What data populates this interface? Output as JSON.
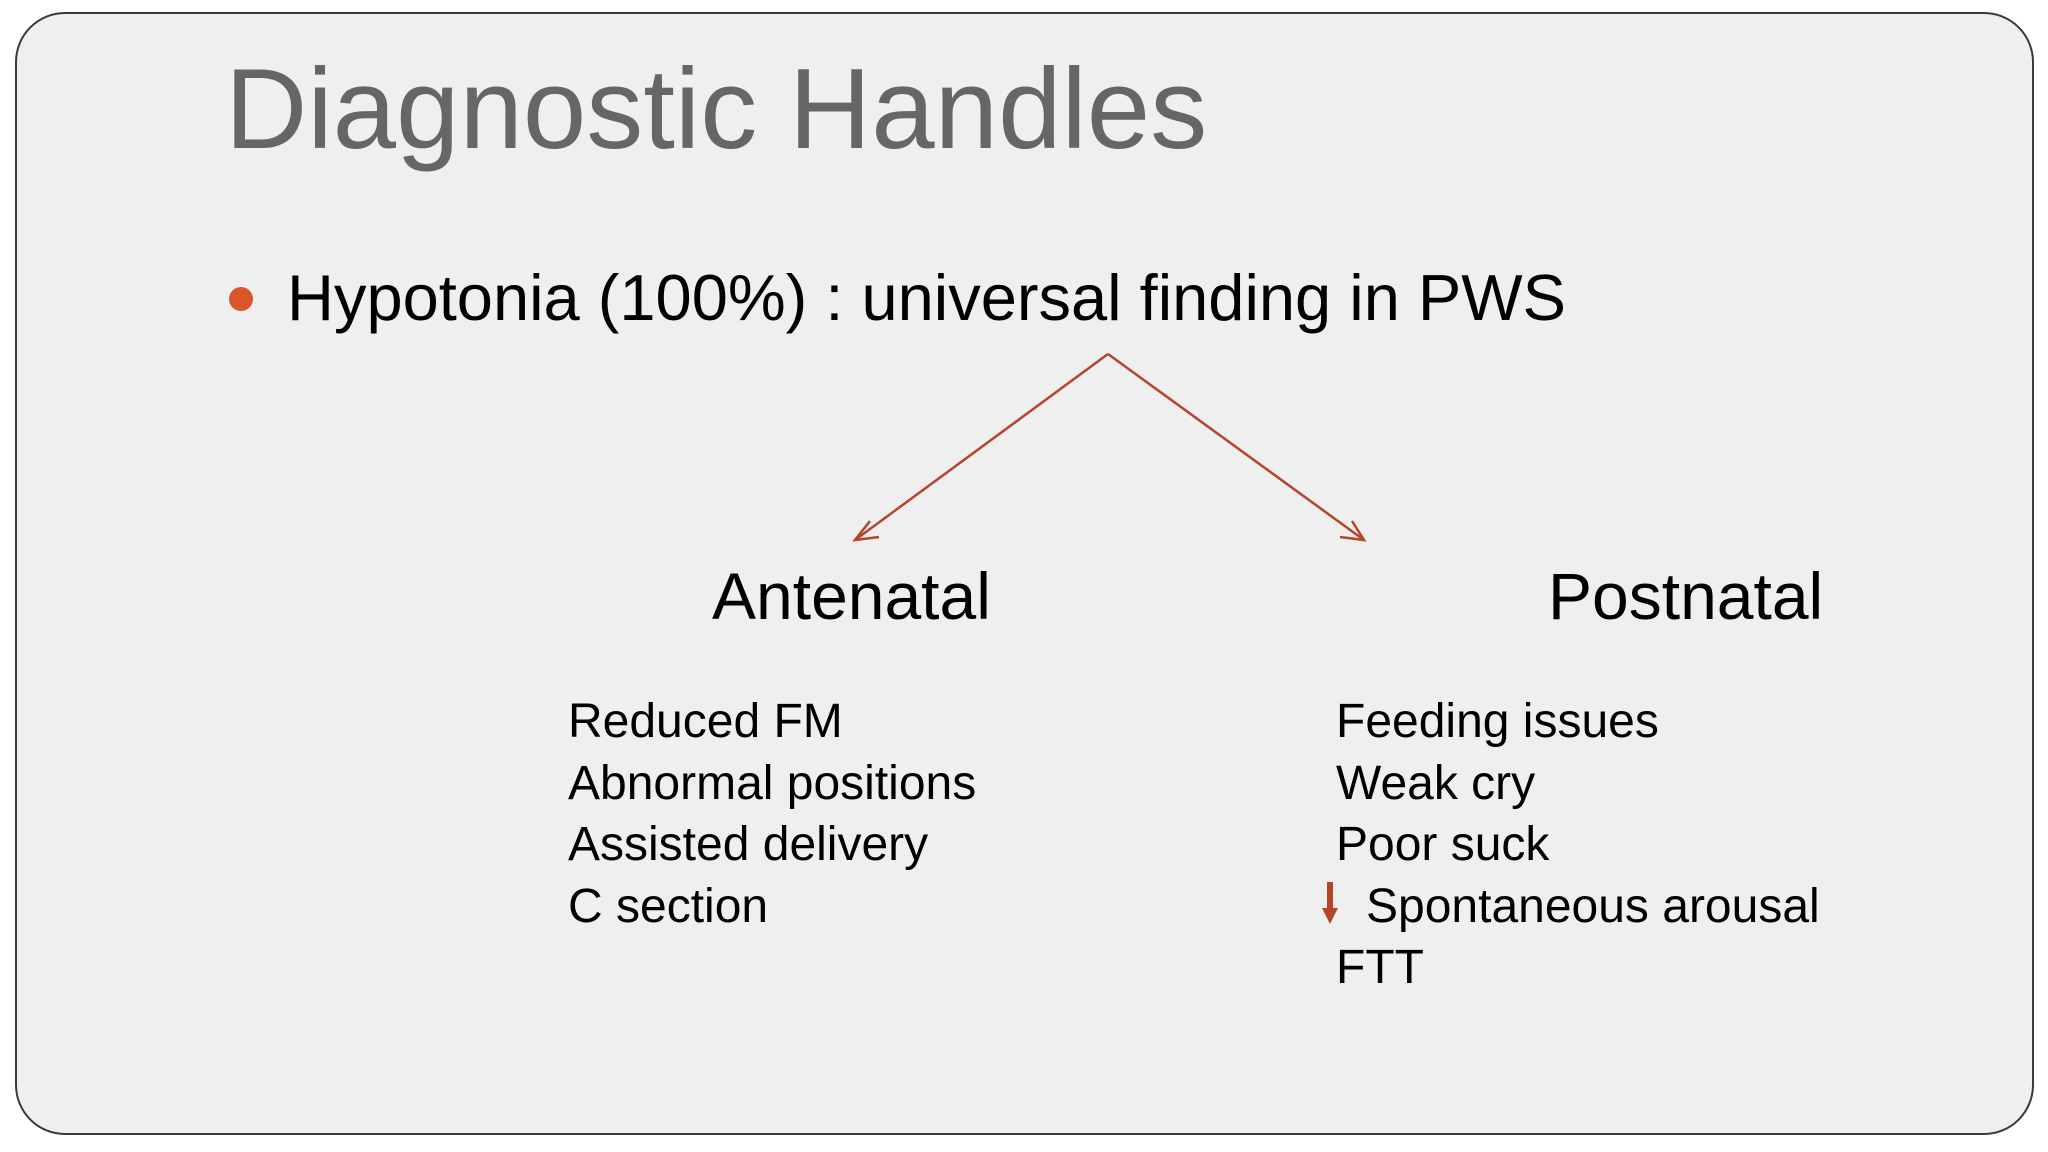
{
  "slide": {
    "title": "Diagnostic Handles",
    "bullet": {
      "icon": "round-bullet-icon",
      "text": "Hypotonia (100%) : universal finding in PWS"
    },
    "branches": {
      "antenatal": {
        "heading": "Antenatal",
        "items": [
          "Reduced FM",
          "Abnormal positions",
          "Assisted delivery",
          "C section"
        ]
      },
      "postnatal": {
        "heading": "Postnatal",
        "items": [
          "Feeding issues",
          "Weak cry",
          "Poor suck",
          "Spontaneous arousal",
          "FTT"
        ],
        "decreased_marker": {
          "item": "Spontaneous arousal",
          "icon": "down-arrow-icon"
        }
      }
    }
  },
  "colors": {
    "background": "#efefef",
    "title": "#666666",
    "text": "#000000",
    "bullet": "#d9562b",
    "arrow": "#b5452a"
  }
}
